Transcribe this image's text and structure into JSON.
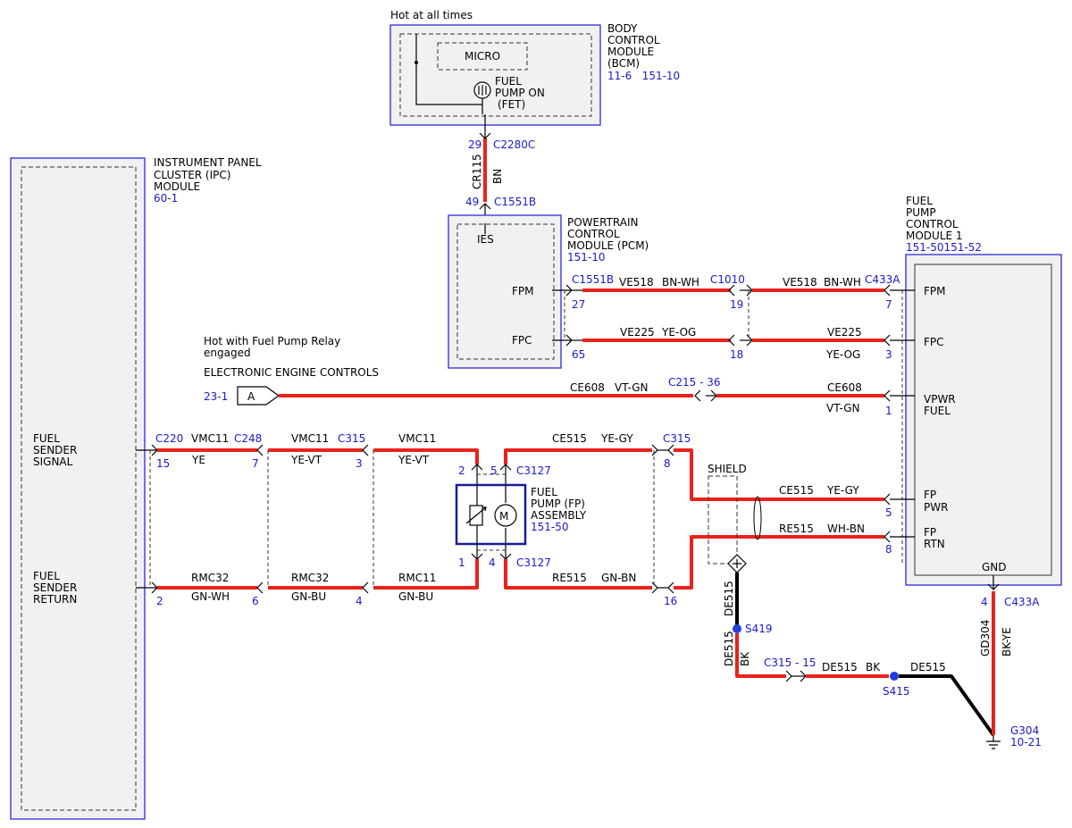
{
  "labels": {
    "hot_all_times": "Hot at all times",
    "bcm_title": [
      "BODY",
      "CONTROL",
      "MODULE",
      "(BCM)"
    ],
    "bcm_ref": "11-6   151-10",
    "micro": "MICRO",
    "fuel_pump_on": [
      "FUEL",
      "PUMP ON",
      "(FET)"
    ],
    "c2280c_pin": "29",
    "c2280c": "C2280C",
    "cr115": "CR115",
    "bn": "BN",
    "c1551b_pin_top": "49",
    "c1551b_top": "C1551B",
    "ipc_title": [
      "INSTRUMENT PANEL",
      "CLUSTER (IPC)",
      "MODULE"
    ],
    "ipc_ref": "60-1",
    "pcm_title": [
      "POWERTRAIN",
      "CONTROL",
      "MODULE (PCM)"
    ],
    "pcm_ref": "151-10",
    "ies": "IES",
    "pcm_fpm": "FPM",
    "pcm_fpc": "FPC",
    "fpcm_title": [
      "FUEL",
      "PUMP",
      "CONTROL",
      "MODULE 1"
    ],
    "fpcm_ref": "151-50151-52",
    "fpcm_fpm": "FPM",
    "fpcm_fpc": "FPC",
    "fpcm_vpwr": [
      "VPWR",
      "FUEL"
    ],
    "fpcm_fp_pwr": [
      "FP",
      "PWR"
    ],
    "fpcm_fp_rtn": [
      "FP",
      "RTN"
    ],
    "fpcm_gnd": "GND",
    "c1551b_fpm": "C1551B",
    "pin_27": "27",
    "ve518_a": "VE518",
    "bn_wh_a": "BN-WH",
    "c1010": "C1010",
    "pin_19": "19",
    "ve518_b": "VE518",
    "bn_wh_b": "BN-WH",
    "c433a_top": "C433A",
    "pin_7_fpm": "7",
    "pin_65": "65",
    "ve225_a": "VE225",
    "ye_og_a": "YE-OG",
    "pin_18": "18",
    "ve225_b": "VE225",
    "ye_og_b": "YE-OG",
    "pin_3_fpc": "3",
    "hot_relay": [
      "Hot with Fuel Pump Relay",
      "engaged"
    ],
    "eec": "ELECTRONIC ENGINE CONTROLS",
    "eec_ref": "23-1",
    "connector_a": "A",
    "ce608_a": "CE608",
    "vt_gn_a": "VT-GN",
    "c215": "C215 - 36",
    "ce608_b": "CE608",
    "vt_gn_b": "VT-GN",
    "pin_1_vpwr": "1",
    "fuel_sender_signal": [
      "FUEL",
      "SENDER",
      "SIGNAL"
    ],
    "fuel_sender_return": [
      "FUEL",
      "SENDER",
      "RETURN"
    ],
    "c220": "C220",
    "pin_15": "15",
    "vmc11_a": "VMC11",
    "ye": "YE",
    "c248": "C248",
    "pin_7_c248": "7",
    "vmc11_b": "VMC11",
    "ye_vt_a": "YE-VT",
    "c315_a": "C315",
    "pin_3_c315": "3",
    "vmc11_c": "VMC11",
    "ye_vt_b": "YE-VT",
    "pin_2_top": "2",
    "pin_5_top": "5",
    "c3127_top": "C3127",
    "ce515_a": "CE515",
    "ye_gy_a": "YE-GY",
    "c315_b": "C315",
    "pin_8_c315": "8",
    "shield": "SHIELD",
    "ce515_b": "CE515",
    "ye_gy_b": "YE-GY",
    "pin_5_fpcm": "5",
    "fp_title": [
      "FUEL",
      "PUMP (FP)",
      "ASSEMBLY"
    ],
    "fp_ref": "151-50",
    "motor": "M",
    "re515_a": "RE515",
    "wh_bn": "WH-BN",
    "pin_8_fpcm": "8",
    "pin_1_bot": "1",
    "pin_4_bot": "4",
    "c3127_bot": "C3127",
    "rmc32_a": "RMC32",
    "gn_wh": "GN-WH",
    "pin_2_c220": "2",
    "pin_6_c248": "6",
    "rmc32_b": "RMC32",
    "gn_bu": "GN-BU",
    "pin_4_c315": "4",
    "rmc11": "RMC11",
    "gn_bu_b": "GN-BU",
    "re515_b": "RE515",
    "gn_bn": "GN-BN",
    "pin_16": "16",
    "pin_4_gnd": "4",
    "c433a_bot": "C433A",
    "gd304": "GD304",
    "bk_ye": "BK-YE",
    "de515_a": "DE515",
    "s419": "S419",
    "de515_b": "DE515",
    "bk_a": "BK",
    "c315_15": "C315 - 15",
    "de515_c": "DE515",
    "bk_b": "BK",
    "s415": "S415",
    "de515_d": "DE515",
    "g304": "G304",
    "g304_ref": "10-21"
  },
  "colors": {
    "wire_red": "#e8231b",
    "module_border": "#2a2ad6",
    "ref_blue": "#1a1acc",
    "splice_blue": "#1f3fe0"
  }
}
